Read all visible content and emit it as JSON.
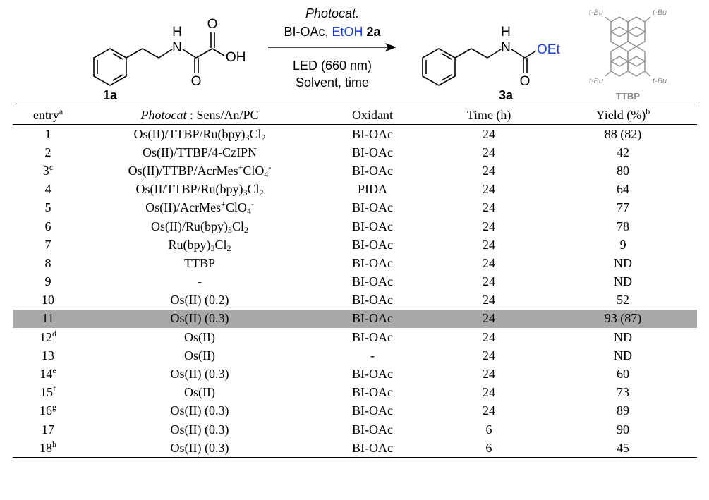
{
  "scheme": {
    "reactant": {
      "label": "1a",
      "atoms": {
        "n": "N",
        "h": "H",
        "o_top": "O",
        "o_bottom": "O",
        "oh": "OH"
      }
    },
    "conditions": {
      "line1": "Photocat.",
      "line2_a": "BI-OAc, ",
      "line2_b": "EtOH",
      "line2_c": " 2a",
      "line3": "LED (660 nm)",
      "line4": "Solvent, time"
    },
    "product": {
      "label": "3a",
      "atoms": {
        "n": "N",
        "h": "H",
        "o": "O",
        "oet": "OEt"
      }
    },
    "ttbp": {
      "label": "TTBP",
      "tbu": "t-Bu"
    },
    "colors": {
      "etoh": "#2040e0",
      "ttbp_gray": "#8c8c8c"
    }
  },
  "table": {
    "headers": {
      "entry": "entry",
      "entry_sup": "a",
      "photocat_italic": "Photocat",
      "photocat_rest": " : Sens/An/PC",
      "oxidant": "Oxidant",
      "time": "Time (h)",
      "yield": "Yield (%)",
      "yield_sup": "b"
    },
    "rows": [
      {
        "entry": "1",
        "sup": "",
        "pc": [
          "Os(II)/TTBP/Ru(bpy)",
          {
            "sub": "3"
          },
          "Cl",
          {
            "sub": "2"
          }
        ],
        "oxidant": "BI-OAc",
        "time": "24",
        "yield": "88 (82)"
      },
      {
        "entry": "2",
        "sup": "",
        "pc": [
          "Os(II)/TTBP/4-CzIPN"
        ],
        "oxidant": "BI-OAc",
        "time": "24",
        "yield": "42"
      },
      {
        "entry": "3",
        "sup": "c",
        "pc": [
          "Os(II)/TTBP/AcrMes",
          {
            "sup": "+"
          },
          "ClO",
          {
            "sub": "4"
          },
          {
            "sup": "-"
          }
        ],
        "oxidant": "BI-OAc",
        "time": "24",
        "yield": "80"
      },
      {
        "entry": "4",
        "sup": "",
        "pc": [
          "Os(II/TTBP/Ru(bpy)",
          {
            "sub": "3"
          },
          "Cl",
          {
            "sub": "2"
          }
        ],
        "oxidant": "PIDA",
        "time": "24",
        "yield": "64"
      },
      {
        "entry": "5",
        "sup": "",
        "pc": [
          "Os(II)/AcrMes",
          {
            "sup": "+"
          },
          "ClO",
          {
            "sub": "4"
          },
          {
            "sup": "-"
          }
        ],
        "oxidant": "BI-OAc",
        "time": "24",
        "yield": "77"
      },
      {
        "entry": "6",
        "sup": "",
        "pc": [
          "Os(II)/Ru(bpy)",
          {
            "sub": "3"
          },
          "Cl",
          {
            "sub": "2"
          }
        ],
        "oxidant": "BI-OAc",
        "time": "24",
        "yield": "78"
      },
      {
        "entry": "7",
        "sup": "",
        "pc": [
          "Ru(bpy)",
          {
            "sub": "3"
          },
          "Cl",
          {
            "sub": "2"
          }
        ],
        "oxidant": "BI-OAc",
        "time": "24",
        "yield": "9"
      },
      {
        "entry": "8",
        "sup": "",
        "pc": [
          "TTBP"
        ],
        "oxidant": "BI-OAc",
        "time": "24",
        "yield": "ND"
      },
      {
        "entry": "9",
        "sup": "",
        "pc": [
          "-"
        ],
        "oxidant": "BI-OAc",
        "time": "24",
        "yield": "ND"
      },
      {
        "entry": "10",
        "sup": "",
        "pc": [
          "Os(II) (0.2)"
        ],
        "oxidant": "BI-OAc",
        "time": "24",
        "yield": "52"
      },
      {
        "entry": "11",
        "sup": "",
        "pc": [
          "Os(II) (0.3)"
        ],
        "oxidant": "BI-OAc",
        "time": "24",
        "yield": "93 (87)",
        "highlight": true
      },
      {
        "entry": "12",
        "sup": "d",
        "pc": [
          "Os(II)"
        ],
        "oxidant": "BI-OAc",
        "time": "24",
        "yield": "ND"
      },
      {
        "entry": "13",
        "sup": "",
        "pc": [
          "Os(II)"
        ],
        "oxidant": "-",
        "time": "24",
        "yield": "ND"
      },
      {
        "entry": "14",
        "sup": "e",
        "pc": [
          "Os(II)  (0.3)"
        ],
        "oxidant": "BI-OAc",
        "time": "24",
        "yield": "60"
      },
      {
        "entry": "15",
        "sup": "f",
        "pc": [
          "Os(II)"
        ],
        "oxidant": "BI-OAc",
        "time": "24",
        "yield": "73"
      },
      {
        "entry": "16",
        "sup": "g",
        "pc": [
          "Os(II)  (0.3)"
        ],
        "oxidant": "BI-OAc",
        "time": "24",
        "yield": "89"
      },
      {
        "entry": "17",
        "sup": "",
        "pc": [
          "Os(II)  (0.3)"
        ],
        "oxidant": "BI-OAc",
        "time": "6",
        "yield": "90"
      },
      {
        "entry": "18",
        "sup": "h",
        "pc": [
          "Os(II)  (0.3)"
        ],
        "oxidant": "BI-OAc",
        "time": "6",
        "yield": "45"
      }
    ],
    "highlight_color": "#a8a8a8"
  }
}
